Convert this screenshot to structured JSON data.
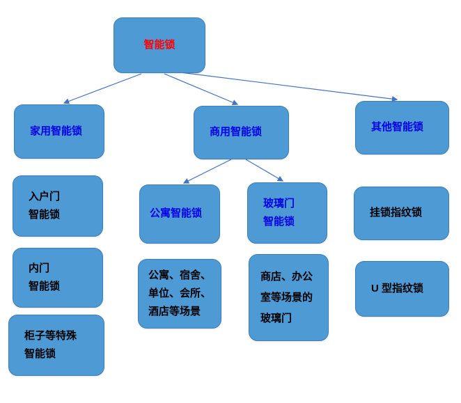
{
  "diagram": {
    "nodes": {
      "root": {
        "lines": [
          "智能锁"
        ]
      },
      "home": {
        "lines": [
          "家用智能锁"
        ]
      },
      "commercial": {
        "lines": [
          "商用智能锁"
        ]
      },
      "other": {
        "lines": [
          "其他智能锁"
        ]
      },
      "entry_door": {
        "lines": [
          "入户门",
          "智能锁"
        ]
      },
      "inner_door": {
        "lines": [
          "内门",
          "智能锁"
        ]
      },
      "cabinet": {
        "lines": [
          "柜子等特殊",
          "智能锁"
        ]
      },
      "apartment": {
        "lines": [
          "公寓智能锁"
        ]
      },
      "glass_door": {
        "lines": [
          "玻璃门",
          "智能锁"
        ]
      },
      "apartment_desc": {
        "lines": [
          "公寓、宿舍、",
          "单位、会所、",
          "酒店等场景"
        ]
      },
      "glass_desc": {
        "lines": [
          "商店、办公",
          "室等场景的",
          "玻璃门"
        ]
      },
      "padlock": {
        "lines": [
          "挂锁指纹锁"
        ]
      },
      "u_type": {
        "lines": [
          "U 型指纹锁"
        ]
      }
    },
    "edges": [
      {
        "from": "root",
        "to": "home"
      },
      {
        "from": "root",
        "to": "commercial"
      },
      {
        "from": "root",
        "to": "other"
      },
      {
        "from": "commercial",
        "to": "apartment"
      },
      {
        "from": "commercial",
        "to": "glass_door"
      }
    ],
    "colors": {
      "box_fill": "#4E9AD5",
      "box_border": "#3D7EB5",
      "root_text": "#FF0000",
      "category_text": "#0000E6",
      "body_text": "#000000",
      "connector": "#4472C4",
      "background": "#FFFFFF"
    }
  }
}
